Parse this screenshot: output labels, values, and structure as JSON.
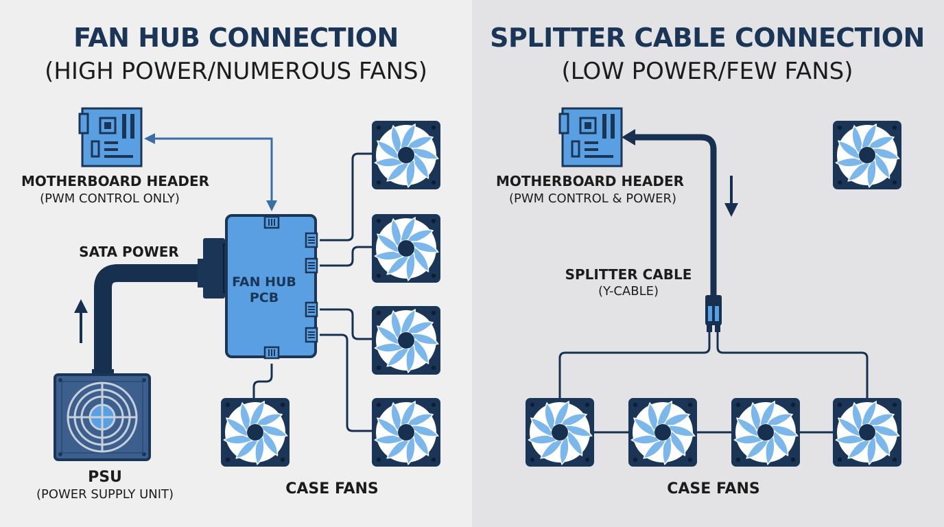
{
  "colors": {
    "navy": "#1b3556",
    "cable": "#17304f",
    "hub_blue": "#5a9fe2",
    "fan_blade": "#7cb7ec",
    "left_bg": "#efeff0",
    "right_bg": "#e3e3e5"
  },
  "left": {
    "title": "FAN HUB CONNECTION",
    "subtitle": "(HIGH POWER/NUMEROUS FANS)",
    "motherboard": {
      "label": "MOTHERBOARD HEADER",
      "sublabel": "(PWM CONTROL ONLY)",
      "icon": "motherboard-icon"
    },
    "sata": {
      "label": "SATA POWER"
    },
    "hub": {
      "line1": "FAN HUB",
      "line2": "PCB"
    },
    "psu": {
      "label": "PSU",
      "sublabel": "(POWER SUPPLY UNIT)",
      "icon": "psu-icon"
    },
    "fans": {
      "label": "CASE FANS",
      "count": 5,
      "icon": "fan-icon"
    }
  },
  "right": {
    "title": "SPLITTER CABLE CONNECTION",
    "subtitle": "(LOW POWER/FEW FANS)",
    "motherboard": {
      "label": "MOTHERBOARD HEADER",
      "sublabel": "(PWM CONTROL & POWER)",
      "icon": "motherboard-icon"
    },
    "splitter": {
      "label": "SPLITTER CABLE",
      "sublabel": "(Y-CABLE)"
    },
    "fans": {
      "label": "CASE FANS",
      "count": 5,
      "icon": "fan-icon"
    }
  }
}
